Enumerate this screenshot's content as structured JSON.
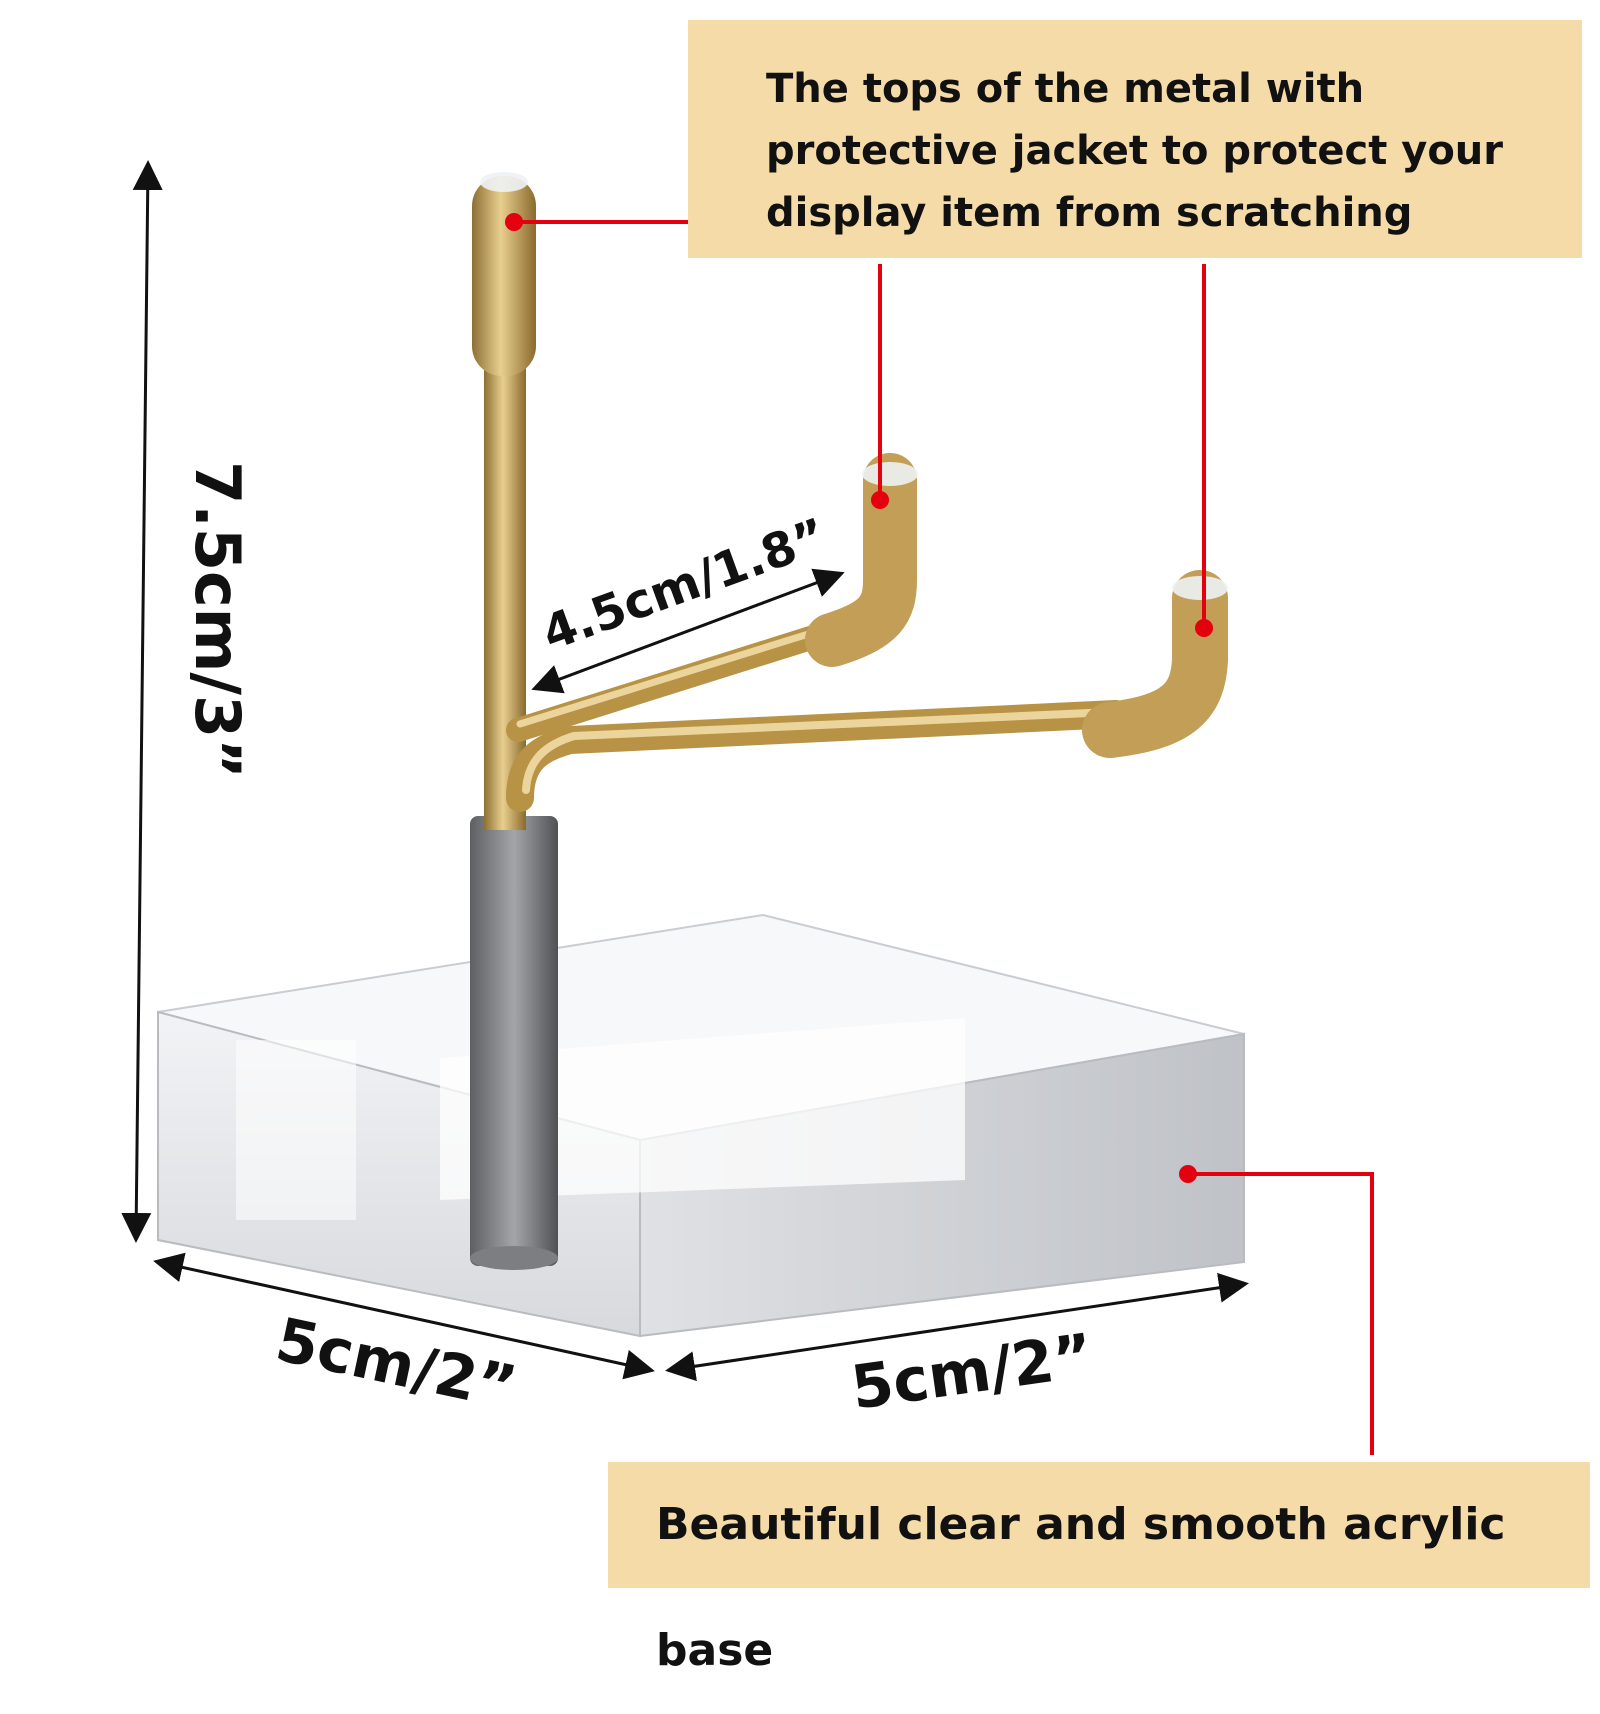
{
  "callouts": {
    "top": "The tops of the metal with protective jacket to protect your display item from scratching",
    "bottom": "Beautiful clear and smooth acrylic base"
  },
  "dimensions": {
    "height": "7.5cm/3”",
    "arm_length": "4.5cm/1.8”",
    "base_depth": "5cm/2”",
    "base_width": "5cm/2”"
  },
  "colors": {
    "callout_bg": "#f5dba7",
    "pointer": "#e3000f",
    "brass": "#c9a55a"
  }
}
